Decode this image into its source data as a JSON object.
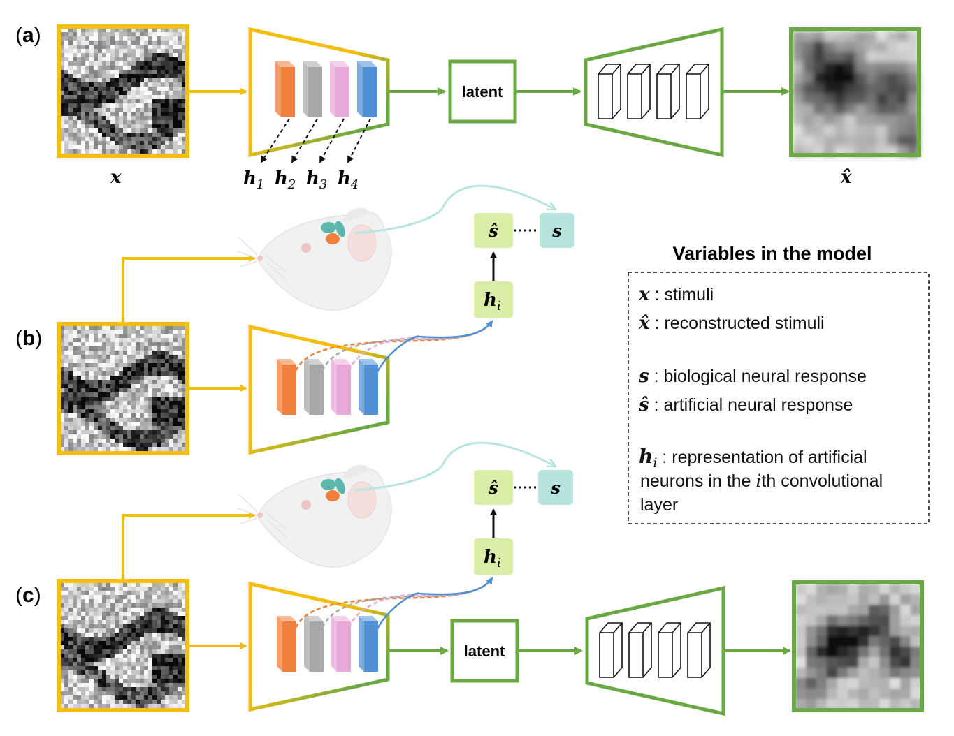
{
  "panels": {
    "a": {
      "open": "(",
      "letter": "a",
      "close": ")"
    },
    "b": {
      "open": "(",
      "letter": "b",
      "close": ")"
    },
    "c": {
      "open": "(",
      "letter": "c",
      "close": ")"
    }
  },
  "symbols": {
    "x": "x",
    "x_hat": "x̂",
    "h": "h",
    "h_subscripts": [
      "1",
      "2",
      "3",
      "4"
    ],
    "h_i_sub": "i",
    "s": "s",
    "s_hat": "ŝ"
  },
  "latent_label": "latent",
  "legend": {
    "title": "Variables in the model",
    "items": [
      {
        "symbol": "x",
        "text": " : stimuli"
      },
      {
        "symbol": "x̂",
        "text": " : reconstructed stimuli"
      },
      {
        "symbol": "s",
        "text": " : biological neural response"
      },
      {
        "symbol": "ŝ",
        "text": " : artificial neural response"
      },
      {
        "symbol": "h",
        "sub": "i",
        "text": " : representation of artificial"
      }
    ],
    "h_line2": "neurons in the ",
    "h_line2_italic": "i",
    "h_line2_end": "th convolutional",
    "h_line3": "layer"
  },
  "colors": {
    "encoder": "#f5bd0c",
    "decoder": "#6aa843",
    "layer1": "#ef7f3a",
    "layer2": "#a8a8a8",
    "layer3": "#e8a9d9",
    "layer4": "#4f8fd4",
    "s_hat_box": "#d9eda8",
    "h_i_box": "#d9eda8",
    "s_box": "#b6e3dc",
    "teal_arrow": "#b9e5e0"
  }
}
